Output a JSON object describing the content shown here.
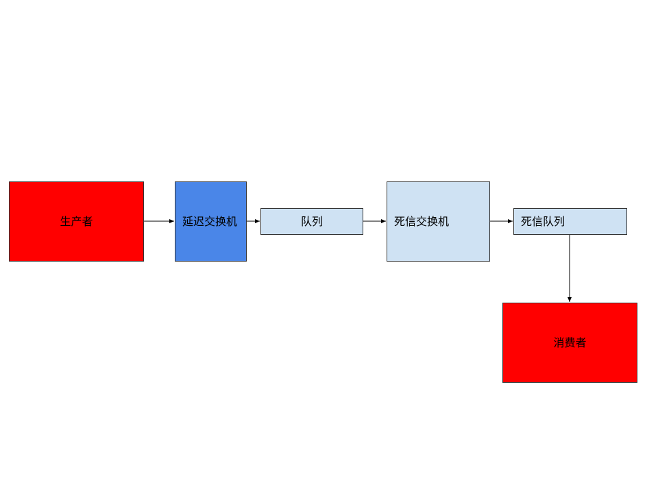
{
  "diagram": {
    "nodes": {
      "producer": {
        "label": "生产者",
        "fill": "#ff0000"
      },
      "delay_exchange": {
        "label": "延迟交换机",
        "fill": "#4a86e8"
      },
      "queue": {
        "label": "队列",
        "fill": "#cfe2f3"
      },
      "dead_letter_exchange": {
        "label": "死信交换机",
        "fill": "#cfe2f3"
      },
      "dead_letter_queue": {
        "label": "死信队列",
        "fill": "#cfe2f3"
      },
      "consumer": {
        "label": "消费者",
        "fill": "#ff0000"
      }
    },
    "edges": [
      {
        "from": "producer",
        "to": "delay_exchange"
      },
      {
        "from": "delay_exchange",
        "to": "queue"
      },
      {
        "from": "queue",
        "to": "dead_letter_exchange"
      },
      {
        "from": "dead_letter_exchange",
        "to": "dead_letter_queue"
      },
      {
        "from": "dead_letter_queue",
        "to": "consumer"
      }
    ],
    "colors": {
      "edge": "#000000",
      "border": "#333333"
    }
  }
}
